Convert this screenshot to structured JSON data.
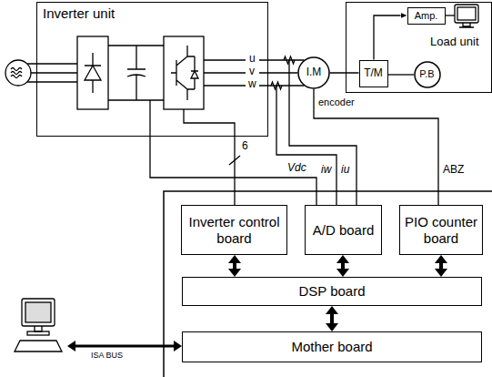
{
  "diagram": {
    "nodes": [
      {
        "text": [
          "Inverter unit"
        ]
      },
      {
        "text": [
          "Load unit"
        ]
      },
      {
        "text": [
          "Amp."
        ],
        "in": 1
      },
      {
        "text": [
          "T/M"
        ],
        "in": 1
      },
      {
        "text": [
          "P.B"
        ],
        "in": 1
      },
      {
        "text": [
          "I.M"
        ]
      },
      {
        "text": [
          "Inverter control board"
        ]
      },
      {
        "text": [
          "A/D board"
        ]
      },
      {
        "text": [
          "PIO counter board"
        ]
      },
      {
        "text": [
          "DSP board"
        ]
      },
      {
        "text": [
          "Mother board"
        ]
      }
    ],
    "edges": [
      {
        "from": 0,
        "to": 5,
        "arrow": "none"
      },
      {
        "from": 0,
        "to": 5,
        "arrow": "none"
      },
      {
        "from": 0,
        "to": 5,
        "arrow": "none"
      },
      {
        "from": 5,
        "to": 3,
        "arrow": "none"
      },
      {
        "from": 3,
        "to": 4,
        "arrow": "none"
      },
      {
        "from": 3,
        "to": 2,
        "arrow": "to"
      },
      {
        "from": 6,
        "to": 0,
        "label": "6",
        "arrow": "none"
      },
      {
        "from": 0,
        "to": 7,
        "label": "Vdc",
        "arrow": "none"
      },
      {
        "from": 5,
        "to": 8,
        "label": "ABZ",
        "arrow": "none"
      },
      {
        "from": 6,
        "to": 9,
        "arrow": "both"
      },
      {
        "from": 7,
        "to": 9,
        "arrow": "both"
      },
      {
        "from": 8,
        "to": 9,
        "arrow": "both"
      },
      {
        "from": 9,
        "to": 10,
        "arrow": "both"
      }
    ],
    "labels": [
      "u",
      "v",
      "w",
      "encoder",
      "iw",
      "iu",
      "ISA BUS"
    ]
  }
}
